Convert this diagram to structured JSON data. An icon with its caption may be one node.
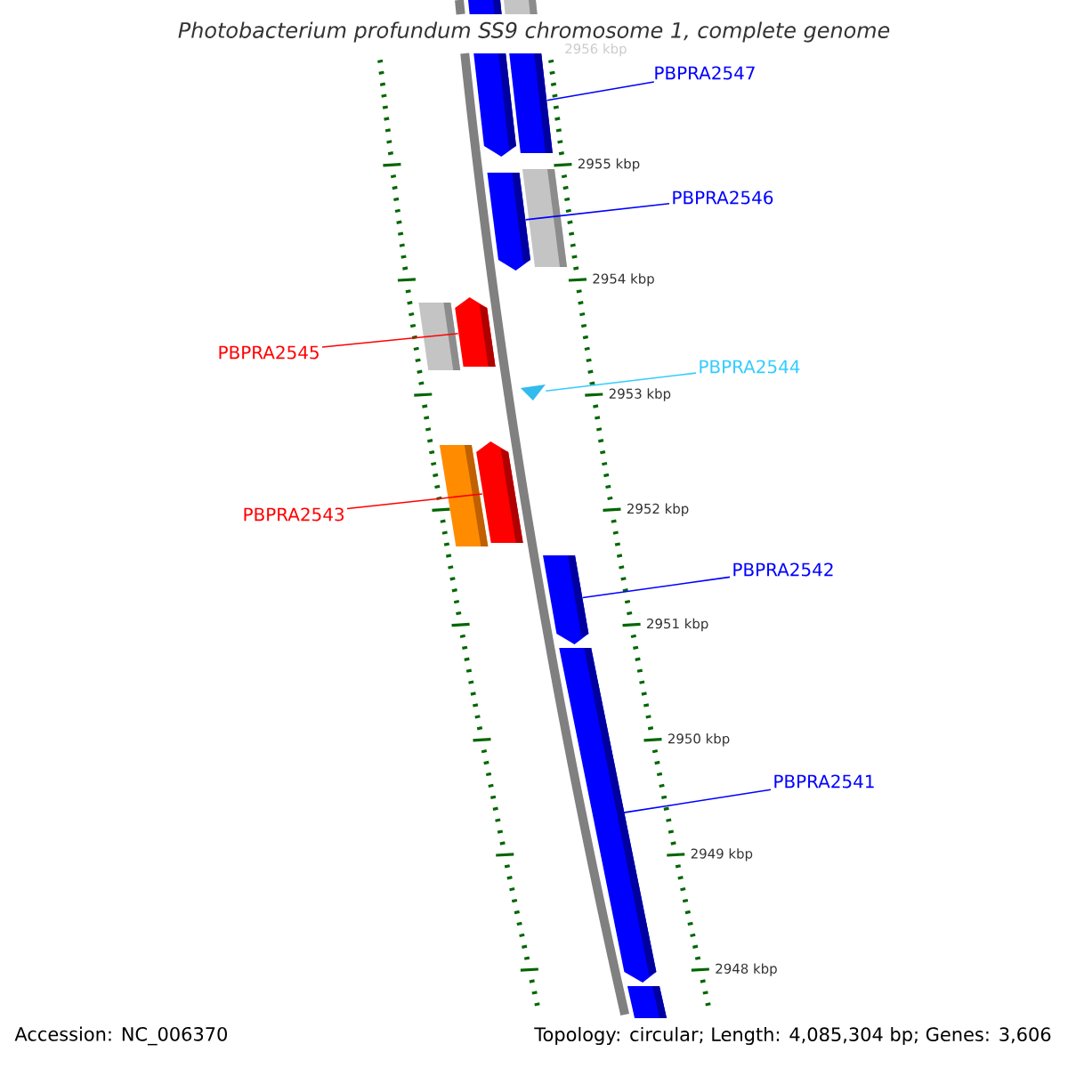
{
  "diagram": {
    "title": "Photobacterium profundum SS9 chromosome 1, complete genome",
    "nodes": [
      {
        "text": [
          "PBPRA2547"
        ]
      },
      {
        "text": [
          "PBPRA2546"
        ]
      },
      {
        "text": [
          "PBPRA2545"
        ]
      },
      {
        "text": [
          "PBPRA2544"
        ]
      },
      {
        "text": [
          "PBPRA2543"
        ]
      },
      {
        "text": [
          "PBPRA2542"
        ]
      },
      {
        "text": [
          "PBPRA2541"
        ]
      },
      {
        "text": [],
        "shape": "bar"
      },
      {
        "text": [],
        "shape": "bar"
      },
      {
        "text": [],
        "shape": "bar"
      },
      {
        "text": [],
        "shape": "bar"
      },
      {
        "text": [],
        "shape": "bar"
      },
      {
        "text": [],
        "shape": "bar"
      },
      {
        "text": [],
        "shape": "bar"
      },
      {
        "text": [],
        "shape": "bar"
      },
      {
        "text": [],
        "shape": "triangle"
      },
      {
        "text": [],
        "shape": "bar"
      },
      {
        "text": [],
        "shape": "bar"
      },
      {
        "text": [],
        "shape": "bar"
      },
      {
        "text": [],
        "shape": "bar"
      },
      {
        "text": [],
        "shape": "bar"
      }
    ],
    "edges": [
      {
        "from": 0,
        "to": 10,
        "arrow": "none"
      },
      {
        "from": 1,
        "to": 12,
        "arrow": "none"
      },
      {
        "from": 2,
        "to": 13,
        "arrow": "none",
        "color": "#ff0000"
      },
      {
        "from": 3,
        "to": 15,
        "arrow": "none",
        "color": "#33ccff"
      },
      {
        "from": 4,
        "to": 16,
        "arrow": "none",
        "color": "#ff0000"
      },
      {
        "from": 5,
        "to": 18,
        "arrow": "none"
      },
      {
        "from": 6,
        "to": 19,
        "arrow": "none"
      }
    ],
    "labels": [
      "2956 kbp",
      "2955 kbp",
      "2954 kbp",
      "2953 kbp",
      "2952 kbp",
      "2951 kbp",
      "2950 kbp",
      "2949 kbp",
      "2948 kbp",
      "Accession: NC_006370",
      "Topology: circular; Length: 4,085,304 bp; Genes: 3,606"
    ]
  }
}
